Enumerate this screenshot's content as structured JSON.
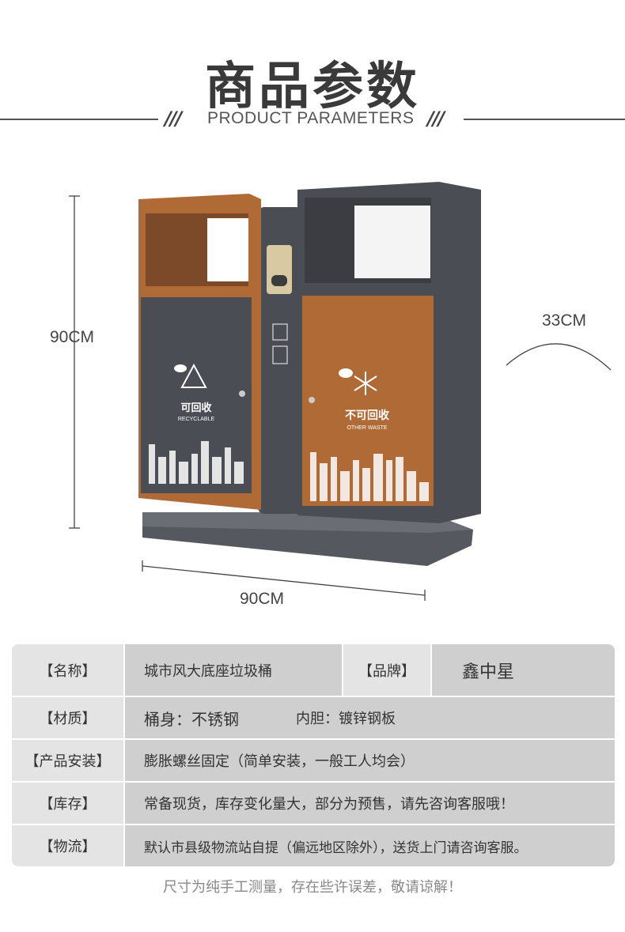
{
  "header": {
    "title": "商品参数",
    "subtitle": "PRODUCT PARAMETERS",
    "slashes": "///"
  },
  "dimensions": {
    "height": "90CM",
    "depth": "33CM",
    "width": "90CM"
  },
  "bins": {
    "left": {
      "label_cn": "可回收",
      "label_en": "RECYCLABLE",
      "color": "#b06a35"
    },
    "right": {
      "label_cn": "不可回收",
      "label_en": "OTHER WASTE",
      "color": "#b06a35"
    },
    "body_color": "#4a4d54"
  },
  "specs": {
    "name_label": "【名称】",
    "name_value": "城市风大底座垃圾桶",
    "brand_label": "【品牌】",
    "brand_value": "鑫中星",
    "material_label": "【材质】",
    "material_body": "桶身：不锈钢",
    "material_inner": "内胆：镀锌钢板",
    "install_label": "【产品安装】",
    "install_value": "膨胀螺丝固定（简单安装，一般工人均会）",
    "stock_label": "【库存】",
    "stock_value": "常备现货，库存变化量大，部分为预售，请先咨询客服哦！",
    "logistics_label": "【物流】",
    "logistics_value": "默认市县级物流站自提（偏远地区除外），送货上门请咨询客服。"
  },
  "note": "尺寸为纯手工测量，存在些许误差，敬请谅解！"
}
